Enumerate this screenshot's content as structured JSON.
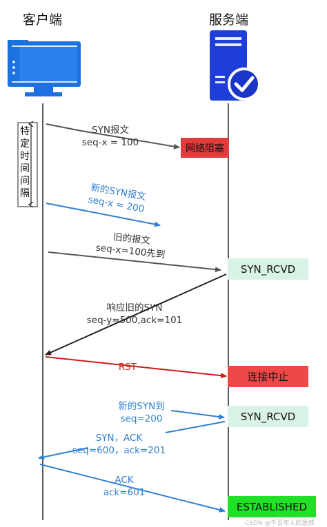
{
  "client": {
    "title": "客户端"
  },
  "server": {
    "title": "服务端"
  },
  "interval_label": [
    "特",
    "定",
    "时",
    "间",
    "间",
    "隔"
  ],
  "messages": [
    {
      "line1": "SYN报文",
      "line2": "seq-x = 100"
    },
    {
      "line1": "新的SYN报文",
      "line2": "seq-x = 200"
    },
    {
      "line1": "旧的报文",
      "line2": "seq-x=100先到"
    },
    {
      "line1": "响应旧的SYN",
      "line2": "seq-y=500,ack=101"
    },
    {
      "line1": "RST"
    },
    {
      "line1": "新的SYN到",
      "line2": "seq=200"
    },
    {
      "line1": "SYN，ACK",
      "line2": "seq=600，ack=201"
    },
    {
      "line1": "ACK",
      "line2": "ack=601"
    }
  ],
  "states": {
    "blocked": "网络阻塞",
    "syn_rcvd_1": "SYN_RCVD",
    "abort": "连接中止",
    "syn_rcvd_2": "SYN_RCVD",
    "established": "ESTABLISHED"
  },
  "colors": {
    "gray": "#555555",
    "blue": "#2f7fd0",
    "red": "#d01818",
    "dark": "#222222",
    "blocked_fill": "#e23b3b",
    "abort_fill": "#f04848",
    "rcvd_fill": "#d9f2e6",
    "established_fill": "#22e028"
  },
  "watermark": "CSDN @千百年人的遗憾"
}
